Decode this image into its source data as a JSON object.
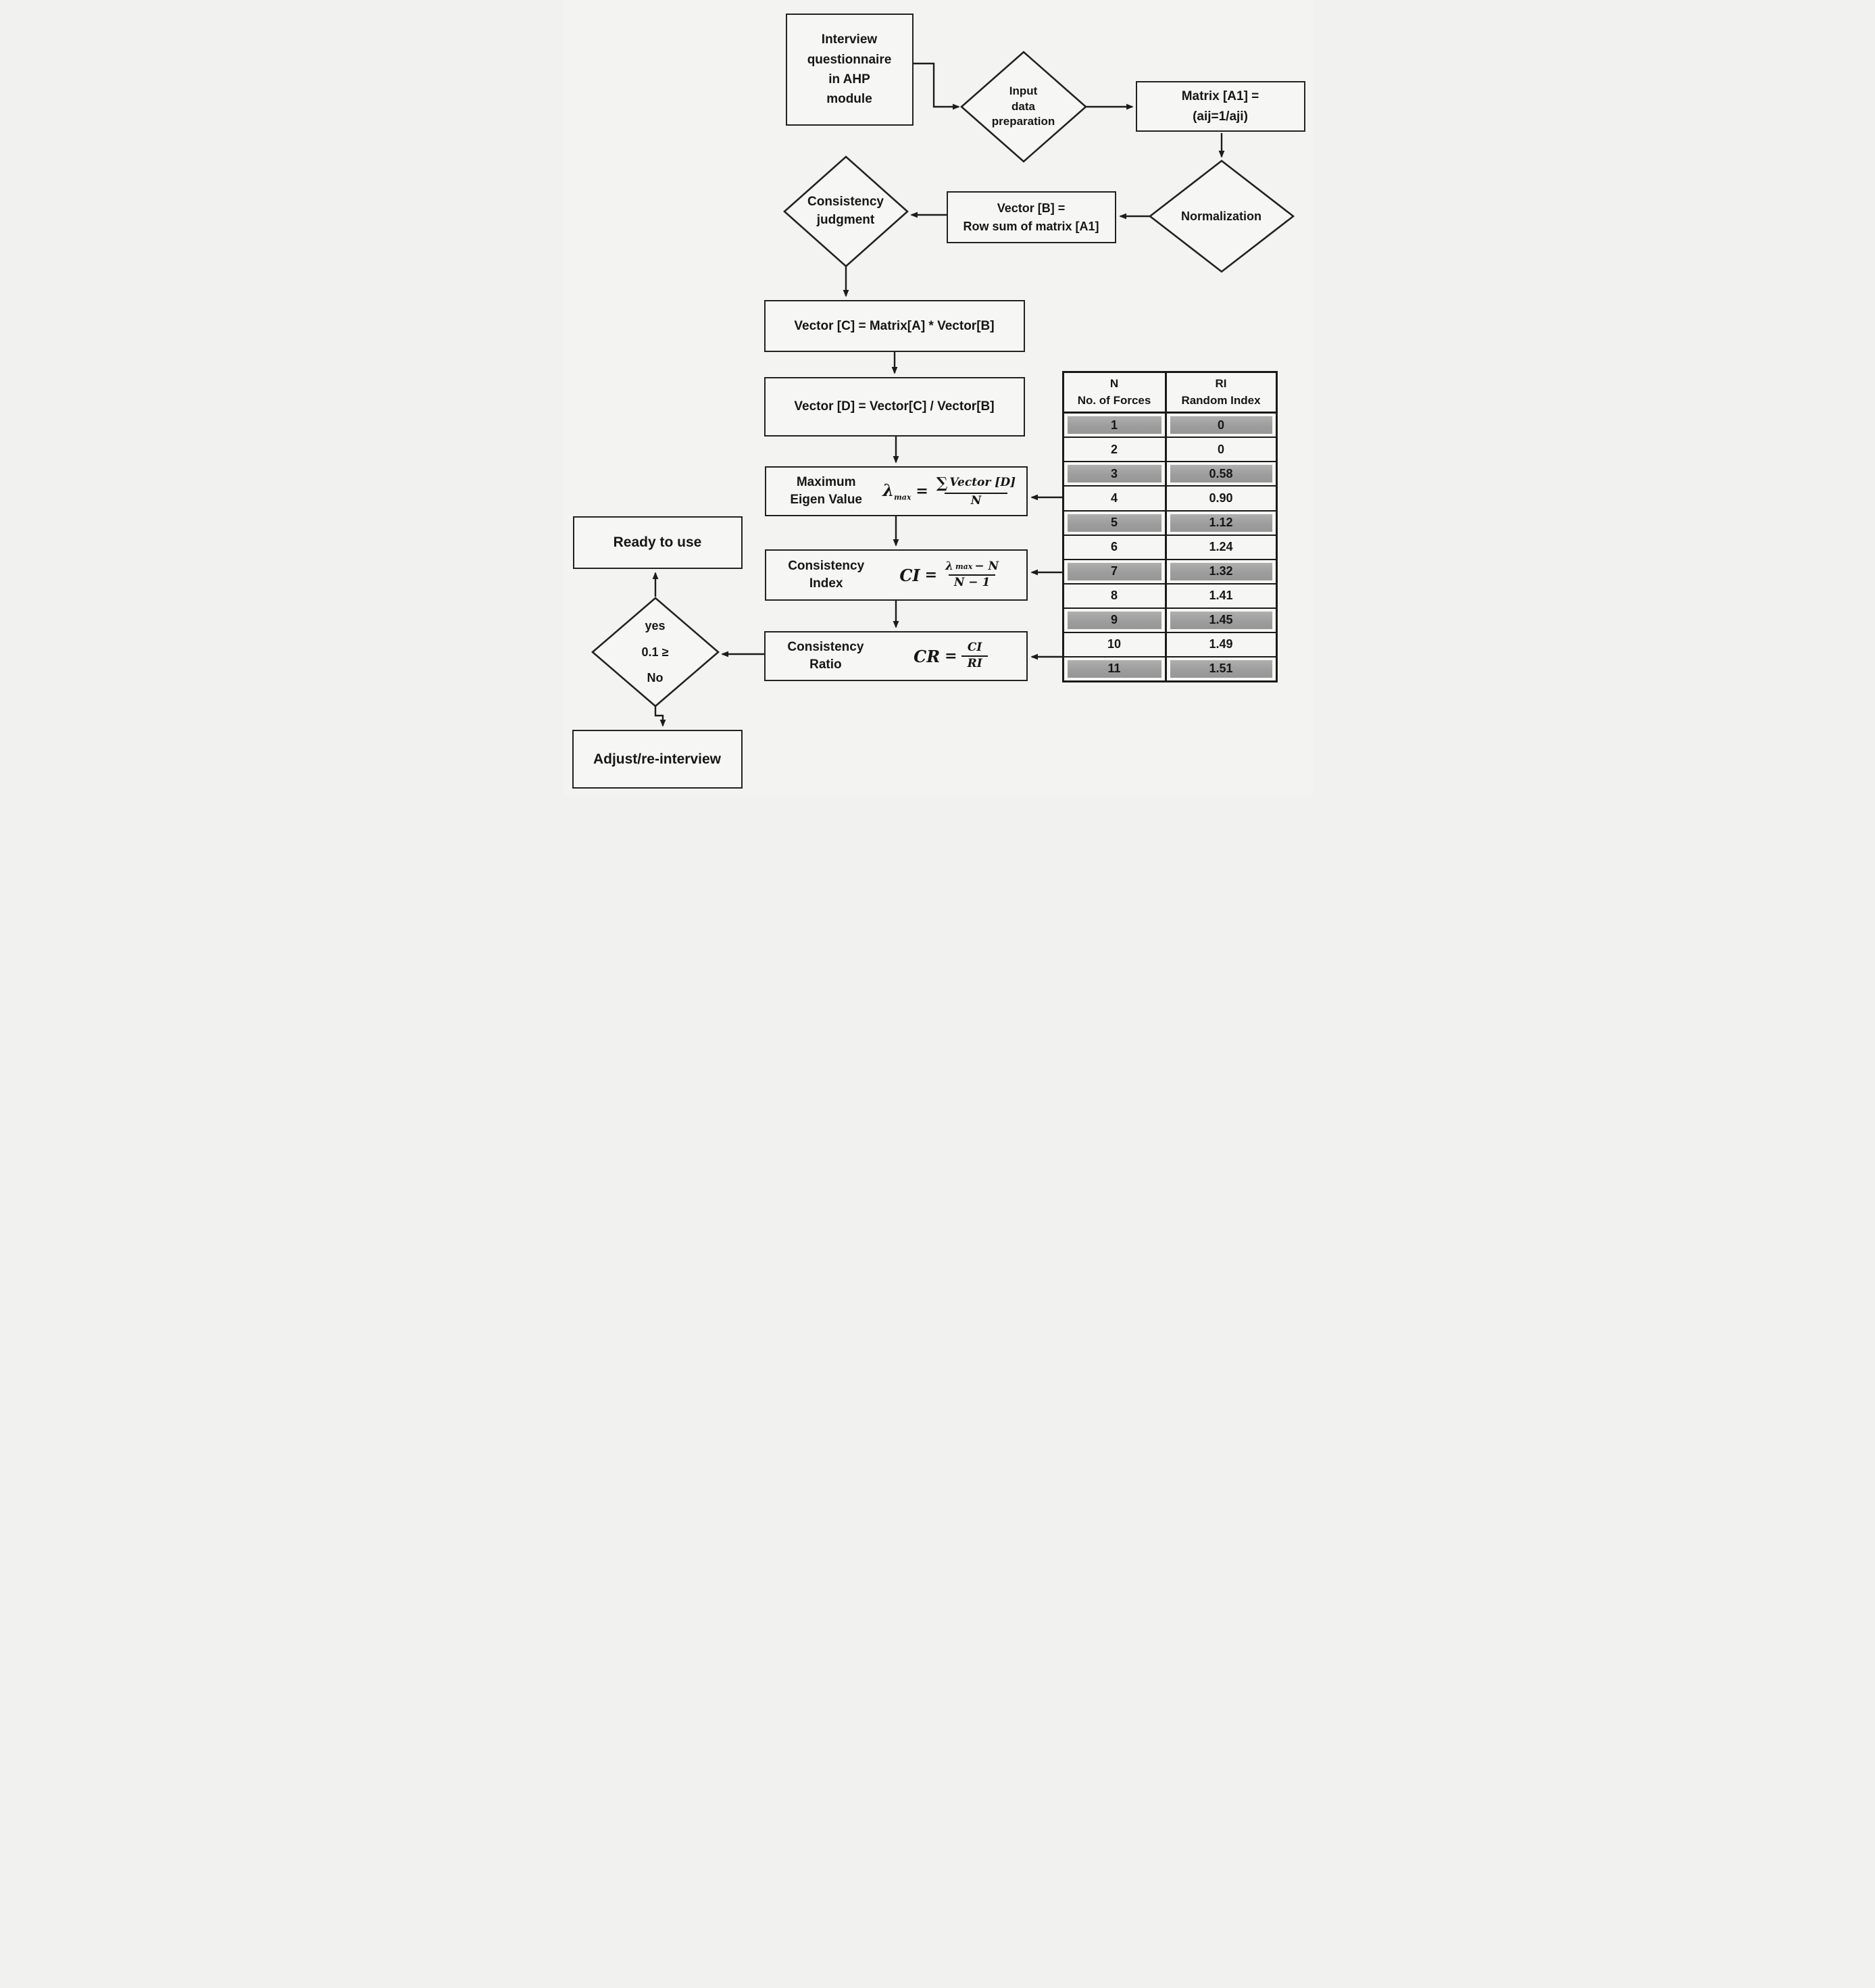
{
  "nodes": {
    "interview": {
      "label": "Interview\nquestionnaire\nin AHP\nmodule"
    },
    "input_prep": {
      "label": "Input\ndata\npreparation"
    },
    "matrix_a1": {
      "label": "Matrix [A1] =\n(aij=1/aji)"
    },
    "normalization": {
      "label": "Normalization"
    },
    "vector_b": {
      "label": "Vector [B] =\nRow sum of matrix [A1]"
    },
    "consistency_judgment": {
      "label": "Consistency\njudgment"
    },
    "vector_c": {
      "label": "Vector [C] = Matrix[A] * Vector[B]"
    },
    "vector_d": {
      "label": "Vector [D] = Vector[C] / Vector[B]"
    },
    "max_eigen": {
      "label": "Maximum\nEigen Value",
      "formula": {
        "lambda": "λ",
        "sub": "max",
        "eq": "=",
        "sigma": "∑",
        "num": "Vector [D]",
        "den": "N"
      }
    },
    "consistency_index": {
      "label": "Consistency\nIndex",
      "formula": {
        "lhs": "CI",
        "eq": "=",
        "num_lambda": "λ",
        "num_sub": "max",
        "num_rest": " − N",
        "den": "N − 1"
      }
    },
    "consistency_ratio": {
      "label": "Consistency\nRatio",
      "formula": {
        "lhs": "CR",
        "eq": "=",
        "num": "CI",
        "den": "RI"
      }
    },
    "ready": {
      "label": "Ready to use"
    },
    "decision": {
      "label": "yes\n0.1 ≥\nNo"
    },
    "adjust": {
      "label": "Adjust/re-interview"
    }
  },
  "table": {
    "header": {
      "col1": "N\nNo. of Forces",
      "col2": "RI\nRandom Index"
    },
    "rows": [
      {
        "n": "1",
        "ri": "0"
      },
      {
        "n": "2",
        "ri": "0"
      },
      {
        "n": "3",
        "ri": "0.58"
      },
      {
        "n": "4",
        "ri": "0.90"
      },
      {
        "n": "5",
        "ri": "1.12"
      },
      {
        "n": "6",
        "ri": "1.24"
      },
      {
        "n": "7",
        "ri": "1.32"
      },
      {
        "n": "8",
        "ri": "1.41"
      },
      {
        "n": "9",
        "ri": "1.45"
      },
      {
        "n": "10",
        "ri": "1.49"
      },
      {
        "n": "11",
        "ri": "1.51"
      }
    ]
  },
  "colors": {
    "line": "#1c1c1c",
    "shape_fill": "#f6f6f4",
    "shaded_row": "#a6a6a6"
  }
}
